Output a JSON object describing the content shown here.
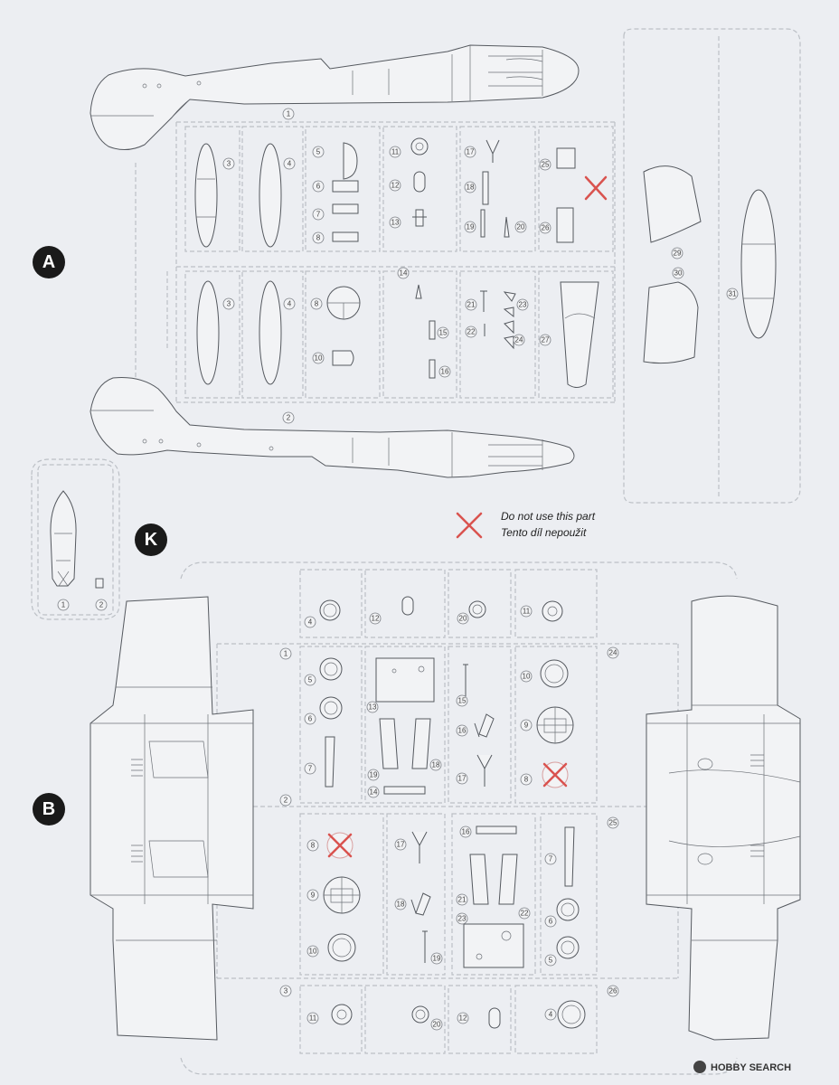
{
  "sprues": {
    "A": {
      "label": "A",
      "parts": [
        "1",
        "3",
        "4",
        "5",
        "6",
        "7",
        "8",
        "11",
        "12",
        "13",
        "17",
        "18",
        "19",
        "20",
        "25",
        "26",
        "29",
        "3",
        "4",
        "8",
        "10",
        "14",
        "15",
        "16",
        "21",
        "22",
        "23",
        "24",
        "27",
        "30",
        "31",
        "2"
      ]
    },
    "K": {
      "label": "K",
      "parts": [
        "1",
        "2"
      ]
    },
    "B": {
      "label": "B",
      "parts": [
        "4",
        "12",
        "20",
        "11",
        "1",
        "5",
        "6",
        "7",
        "13",
        "19",
        "18",
        "14",
        "15",
        "16",
        "17",
        "10",
        "9",
        "8",
        "2",
        "8",
        "9",
        "10",
        "17",
        "18",
        "19",
        "16",
        "21",
        "22",
        "23",
        "7",
        "6",
        "5",
        "3",
        "11",
        "20",
        "12",
        "4",
        "24",
        "25",
        "26"
      ]
    }
  },
  "legend": {
    "line1": "Do not use this part",
    "line2": "Tento díl nepoužit"
  },
  "watermark": {
    "text": "HOBBY SEARCH"
  },
  "colors": {
    "do_not_use": "#d9534f",
    "line": "#55595f",
    "background": "#eceef2"
  }
}
